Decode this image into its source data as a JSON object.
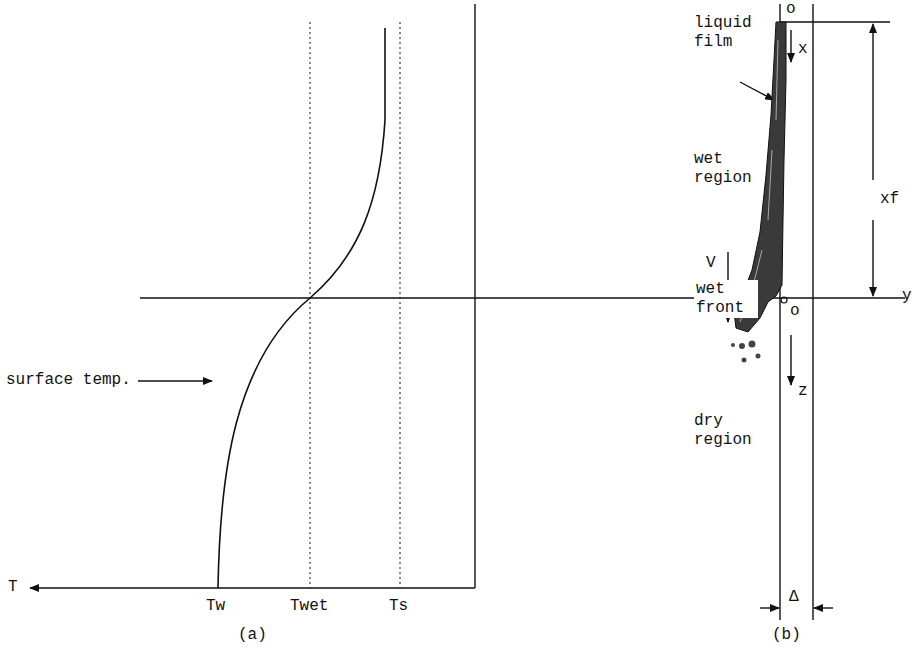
{
  "diagram": {
    "labels": [
      "T",
      "Tw",
      "Twet",
      "Ts",
      "surface temp.",
      "(a)",
      "liquid film",
      "wet region",
      "wet front",
      "V",
      "dry region",
      "o",
      "x",
      "xf",
      "o",
      "y",
      "z",
      "Δ",
      "(b)"
    ]
  }
}
